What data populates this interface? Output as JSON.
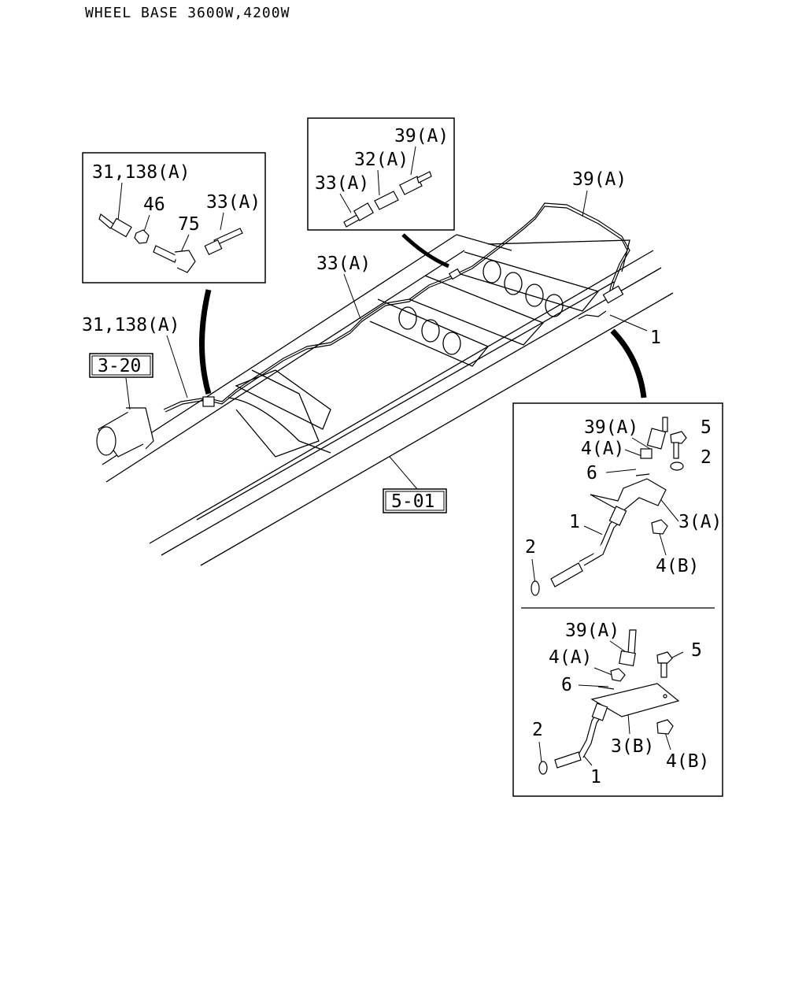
{
  "header": {
    "title": "WHEEL BASE 3600W,4200W"
  },
  "refs": {
    "ref_3_20": "3-20",
    "ref_5_01": "5-01"
  },
  "main": {
    "lbl_33a": "33(A)",
    "lbl_31_138a": "31,138(A)",
    "lbl_39a": "39(A)",
    "lbl_1": "1"
  },
  "inset_left": {
    "lbl_31_138a": "31,138(A)",
    "lbl_46": "46",
    "lbl_33a": "33(A)",
    "lbl_75": "75"
  },
  "inset_top": {
    "lbl_39a": "39(A)",
    "lbl_32a": "32(A)",
    "lbl_33a": "33(A)"
  },
  "inset_right_upper": {
    "lbl_39a": "39(A)",
    "lbl_5": "5",
    "lbl_4a": "4(A)",
    "lbl_2a": "2",
    "lbl_6": "6",
    "lbl_3a": "3(A)",
    "lbl_1": "1",
    "lbl_2b": "2",
    "lbl_4b": "4(B)"
  },
  "inset_right_lower": {
    "lbl_39a": "39(A)",
    "lbl_5": "5",
    "lbl_4a": "4(A)",
    "lbl_6": "6",
    "lbl_2": "2",
    "lbl_3b": "3(B)",
    "lbl_4b": "4(B)",
    "lbl_1": "1"
  }
}
